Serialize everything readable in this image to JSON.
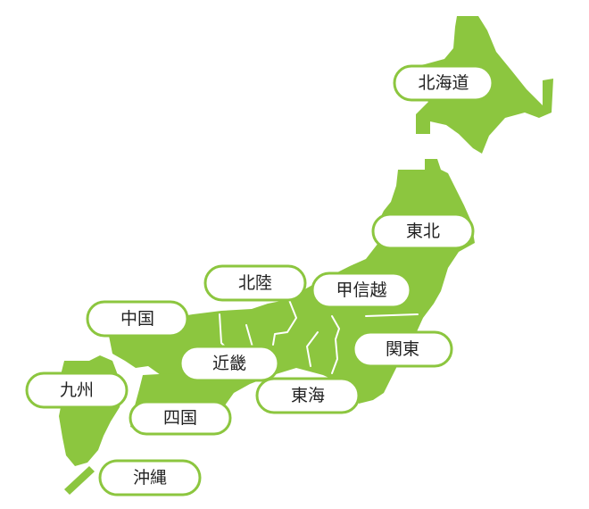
{
  "map": {
    "land_color": "#8cc63f",
    "border_color": "#ffffff",
    "label_text_color": "#222222",
    "label_background": "#ffffff"
  },
  "regions": [
    {
      "id": "hokkaido",
      "label": "北海道"
    },
    {
      "id": "tohoku",
      "label": "東北"
    },
    {
      "id": "hokuriku",
      "label": "北陸"
    },
    {
      "id": "koshinetsu",
      "label": "甲信越"
    },
    {
      "id": "kanto",
      "label": "関東"
    },
    {
      "id": "chugoku",
      "label": "中国"
    },
    {
      "id": "kinki",
      "label": "近畿"
    },
    {
      "id": "tokai",
      "label": "東海"
    },
    {
      "id": "kyushu",
      "label": "九州"
    },
    {
      "id": "shikoku",
      "label": "四国"
    },
    {
      "id": "okinawa",
      "label": "沖縄"
    }
  ]
}
